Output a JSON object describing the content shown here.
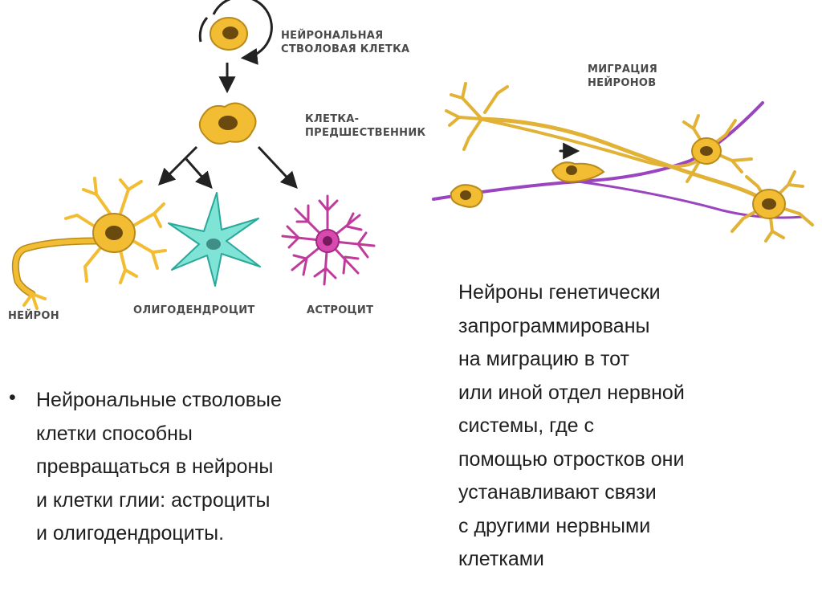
{
  "labels": {
    "stem_cell": [
      "НЕЙРОНАЛЬНАЯ",
      "СТВОЛОВАЯ КЛЕТКА"
    ],
    "precursor": [
      "КЛЕТКА-",
      "ПРЕДШЕСТВЕННИК"
    ],
    "neuron": "НЕЙРОН",
    "oligodendrocyte": "ОЛИГОДЕНДРОЦИТ",
    "astrocyte": "АСТРОЦИТ",
    "migration": [
      "МИГРАЦИЯ",
      "НЕЙРОНОВ"
    ]
  },
  "left_text": {
    "bullet": "•",
    "lines": [
      "Нейрональные стволовые",
      "клетки способны",
      "превращаться в нейроны",
      "и клетки глии: астроциты",
      "и олигодендроциты."
    ]
  },
  "right_text": {
    "lines": [
      "Нейроны генетически",
      "запрограммированы",
      "на миграцию в тот",
      "или иной отдел нервной",
      "системы, где с",
      "помощью отростков они",
      "устанавливают связи",
      "с другими нервными",
      "клетками"
    ]
  },
  "colors": {
    "neuron_fill": "#f2bd32",
    "neuron_stroke": "#b88a1c",
    "nucleus": "#6b4a10",
    "oligodendrocyte_fill": "#7fe3d6",
    "oligodendrocyte_stroke": "#2aa89a",
    "astrocyte_fill": "#d94ab0",
    "astrocyte_stroke": "#a02880",
    "glial_fiber": "#9a44c0",
    "arrow": "#222222"
  }
}
